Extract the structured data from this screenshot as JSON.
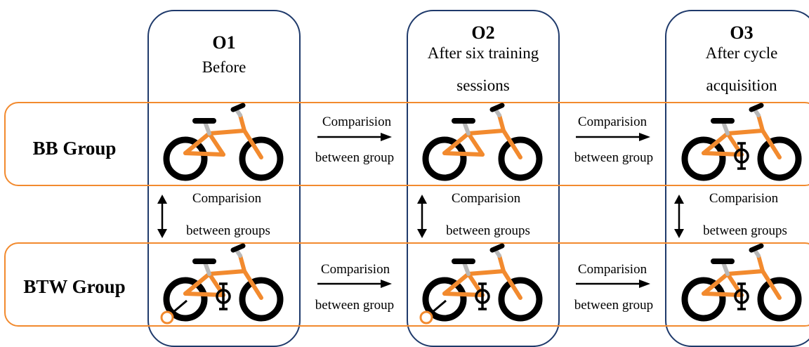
{
  "columns": [
    {
      "code": "O1",
      "desc_lines": [
        "Before"
      ]
    },
    {
      "code": "O2",
      "desc_lines": [
        "After six training",
        "sessions"
      ]
    },
    {
      "code": "O3",
      "desc_lines": [
        "After cycle",
        "acquisition"
      ]
    }
  ],
  "rows": [
    {
      "label": "BB Group"
    },
    {
      "label": "BTW Group"
    }
  ],
  "between_group_label": {
    "line1": "Comparision",
    "line2": "between group"
  },
  "between_groups_label": {
    "line1": "Comparision",
    "line2": "between groups"
  },
  "bikes": {
    "bb_o1": "balance-bike",
    "bb_o2": "balance-bike",
    "bb_o3": "pedal-bike",
    "btw_o1": "training-wheel-bike",
    "btw_o2": "training-wheel-bike",
    "btw_o3": "pedal-bike"
  },
  "colors": {
    "orange": "#f28a2e",
    "navy": "#1f3a6b",
    "gray": "#b8b8b8",
    "black": "#000000"
  }
}
